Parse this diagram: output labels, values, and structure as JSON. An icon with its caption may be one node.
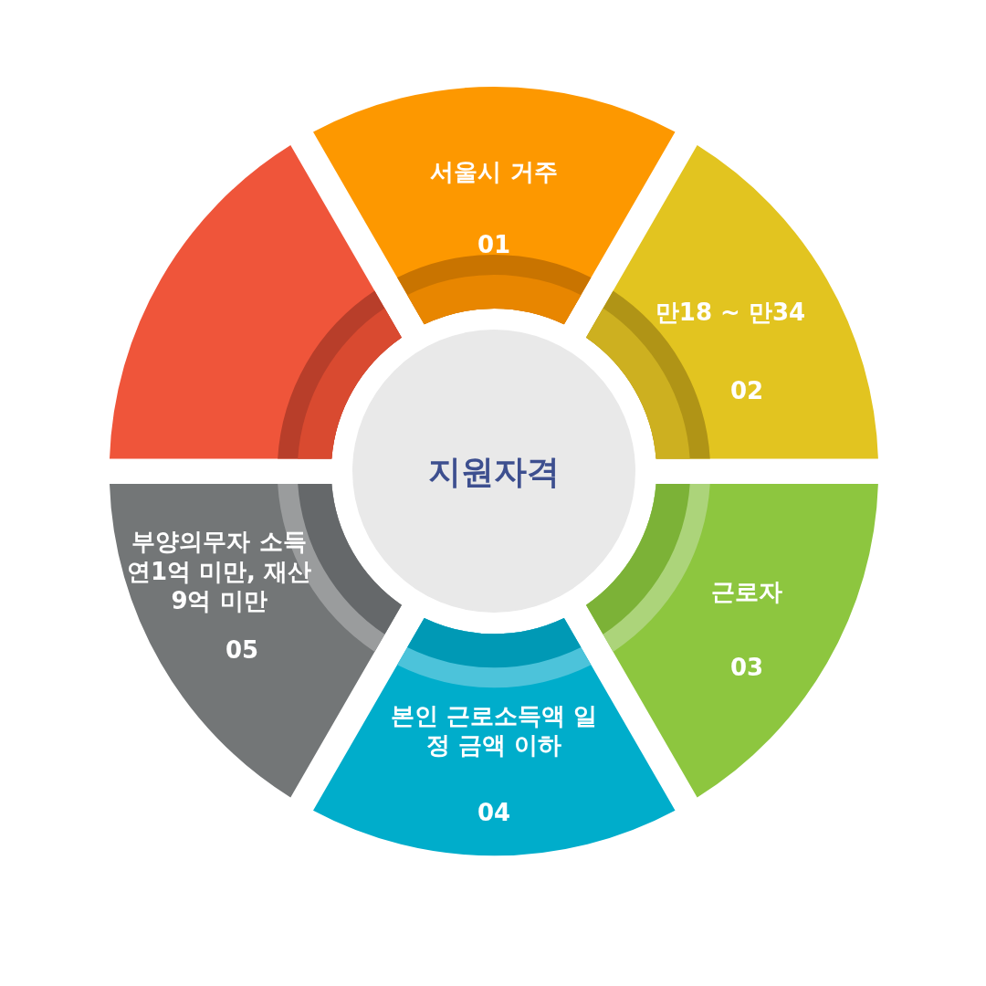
{
  "diagram": {
    "nodes": [
      {
        "text": [
          "지원자격"
        ]
      },
      {
        "text": [
          "서울시 거주",
          "01"
        ]
      },
      {
        "text": [
          "만18 ~ 만34",
          "02"
        ]
      },
      {
        "text": [
          "근로자",
          "03"
        ]
      },
      {
        "text": [
          "본인 근로소득액 일정 금액 이하",
          "04"
        ]
      },
      {
        "text": [
          "부양의무자 소득 연1억 미만, 재산 9억 미만",
          "05"
        ]
      },
      {
        "text": [],
        "shape": "wedge"
      }
    ]
  }
}
